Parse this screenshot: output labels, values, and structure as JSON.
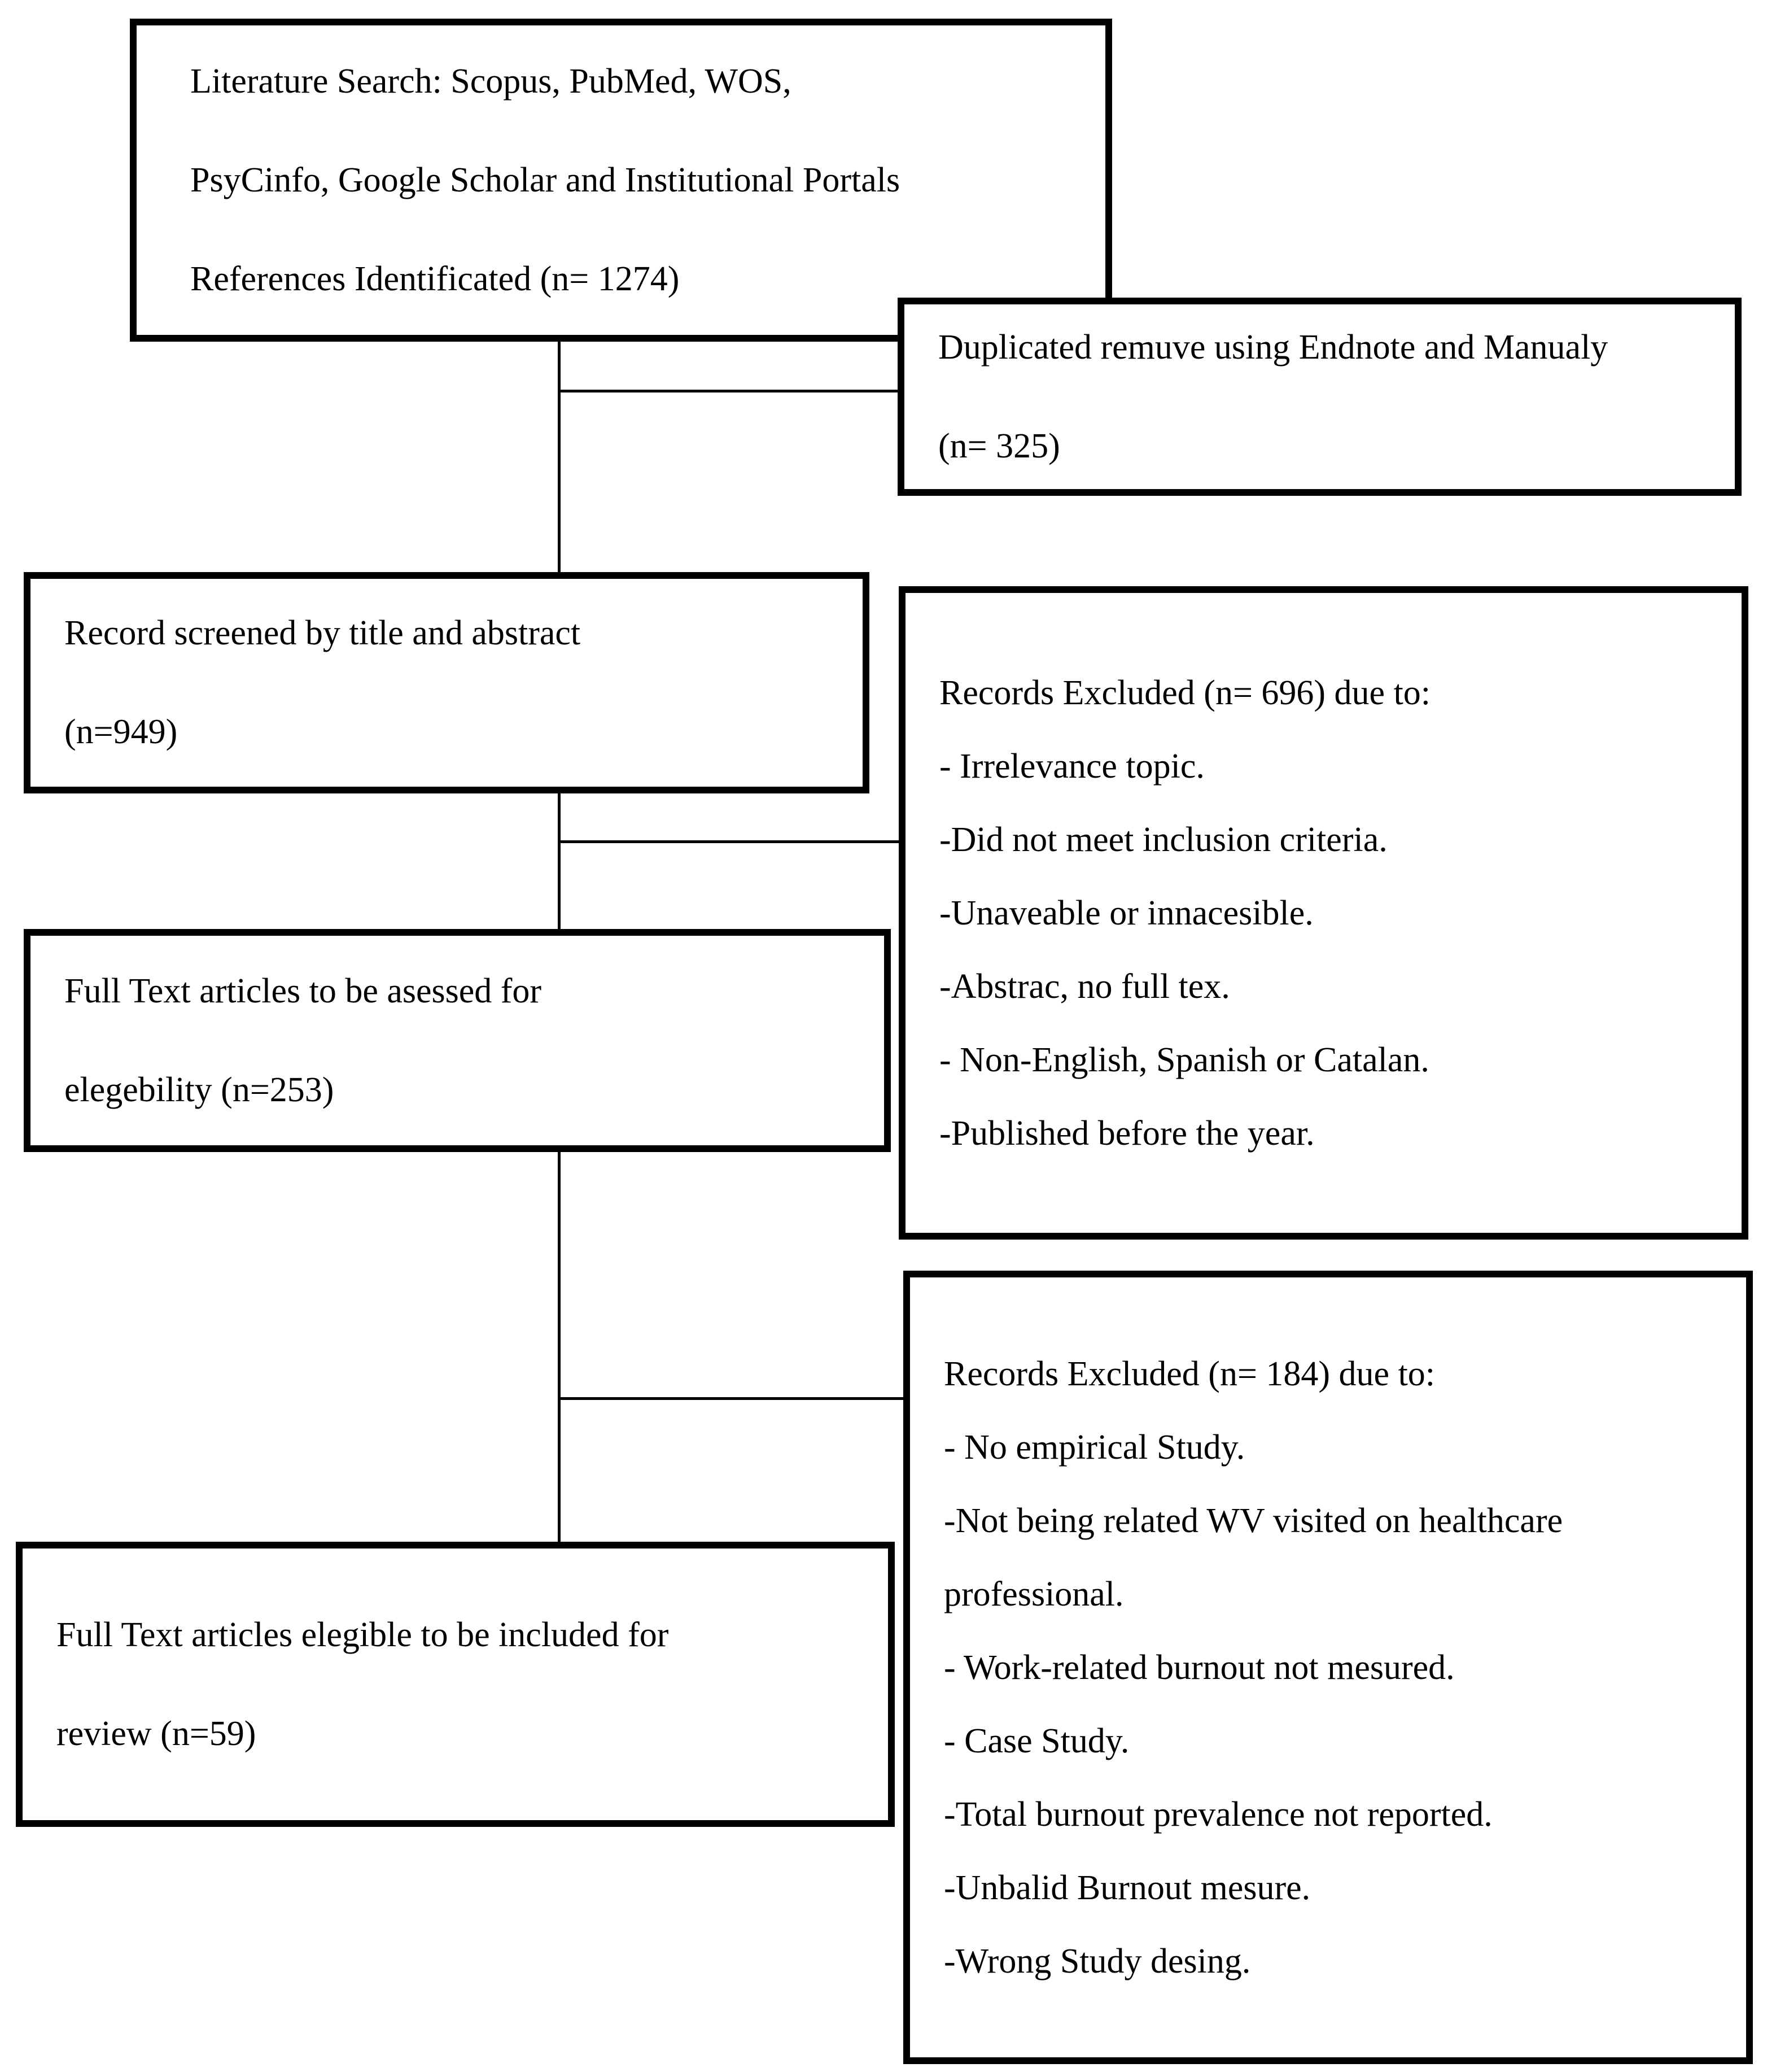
{
  "diagram": {
    "type": "prisma-flowchart",
    "boxes": {
      "identification": {
        "lines": [
          "Literature Search: Scopus, PubMed, WOS,",
          "PsyCinfo, Google Scholar and Institutional Portals",
          "References Identificated (n= 1274)"
        ],
        "count": 1274
      },
      "duplicates": {
        "lines": [
          "Duplicated remuve using Endnote and Manualy",
          "(n= 325)"
        ],
        "count": 325
      },
      "screened": {
        "lines": [
          "Record screened by title and abstract",
          "(n=949)"
        ],
        "count": 949
      },
      "excluded_screening": {
        "lines": [
          "Records Excluded (n= 696) due to:",
          "- Irrelevance topic.",
          "-Did not meet inclusion criteria.",
          "-Unaveable or innacesible.",
          "-Abstrac, no full tex.",
          "- Non-English, Spanish or Catalan.",
          "-Published before the year."
        ],
        "count": 696
      },
      "fulltext": {
        "lines": [
          "Full Text articles to be asessed for",
          "elegebility (n=253)"
        ],
        "count": 253
      },
      "excluded_fulltext": {
        "lines": [
          "Records Excluded (n= 184) due to:",
          "- No empirical Study.",
          "-Not being related WV visited on healthcare",
          "professional.",
          "- Work-related burnout not mesured.",
          "- Case Study.",
          "-Total burnout prevalence not reported.",
          "-Unbalid Burnout mesure.",
          "-Wrong Study desing."
        ],
        "count": 184
      },
      "included": {
        "lines": [
          "Full Text articles elegible to be included for",
          "review (n=59)"
        ],
        "count": 59
      }
    },
    "colors": {
      "border": "#000000",
      "background": "#ffffff",
      "text": "#000000"
    }
  }
}
